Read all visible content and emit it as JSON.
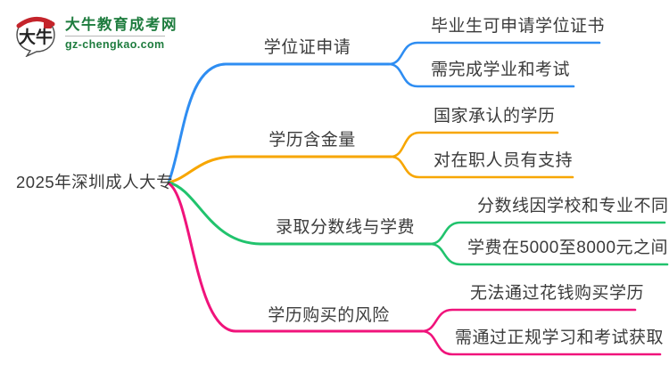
{
  "logo": {
    "title": "大牛教育成考网",
    "domain": "gz-chengkao.com",
    "bubble_text": "大牛",
    "brand_color": "#1e7c3e",
    "seal_color": "#c4242b"
  },
  "root": {
    "label": "2025年深圳成人大专"
  },
  "branches": [
    {
      "label": "学位证申请",
      "color": "#2e8df2",
      "children": [
        "毕业生可申请学位证书",
        "需完成学业和考试"
      ]
    },
    {
      "label": "学历含金量",
      "color": "#f7a600",
      "children": [
        "国家承认的学历",
        "对在职人员有支持"
      ]
    },
    {
      "label": "录取分数线与学费",
      "color": "#21c36d",
      "children": [
        "分数线因学校和专业不同",
        "学费在5000至8000元之间"
      ]
    },
    {
      "label": "学历购买的风险",
      "color": "#f0137b",
      "children": [
        "无法通过花钱购买学历",
        "需通过正规学习和考试获取"
      ]
    }
  ]
}
